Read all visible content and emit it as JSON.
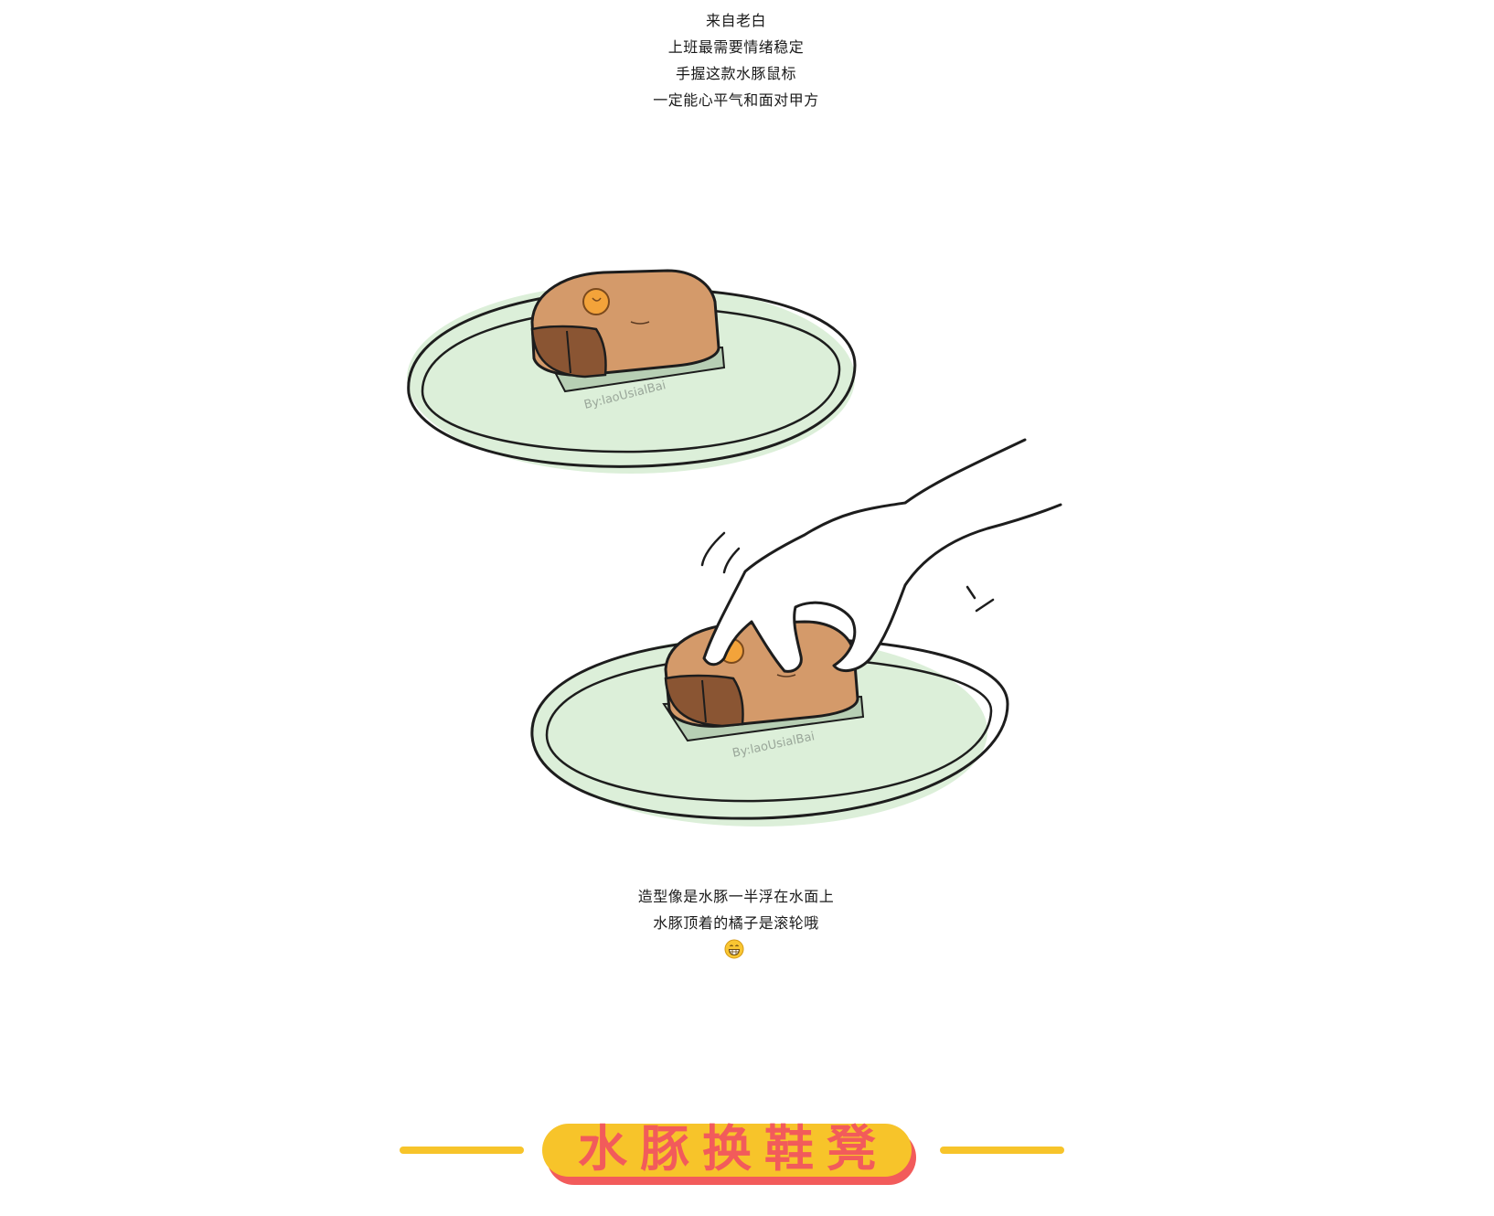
{
  "intro": {
    "lines": [
      "来自老白",
      "上班最需要情绪稳定",
      "手握这款水豚鼠标",
      "一定能心平气和面对甲方"
    ]
  },
  "caption": {
    "lines": [
      "造型像是水豚一半浮在水面上",
      "水豚顶着的橘子是滚轮哦"
    ],
    "emoji": "grinning-face-icon"
  },
  "illustration": {
    "watermark": "By:laoUsialBai",
    "colors": {
      "plate": "#dcefd9",
      "mouse_body": "#d49a6a",
      "mouse_dark": "#8a5533",
      "orange": "#f3a33a",
      "outline": "#1d1d1d"
    }
  },
  "section_banner": {
    "title": "水豚换鞋凳",
    "colors": {
      "pill": "#f7c42a",
      "shadow": "#f25b5b",
      "text": "#f25b5b",
      "lines": "#f7c42a"
    }
  }
}
